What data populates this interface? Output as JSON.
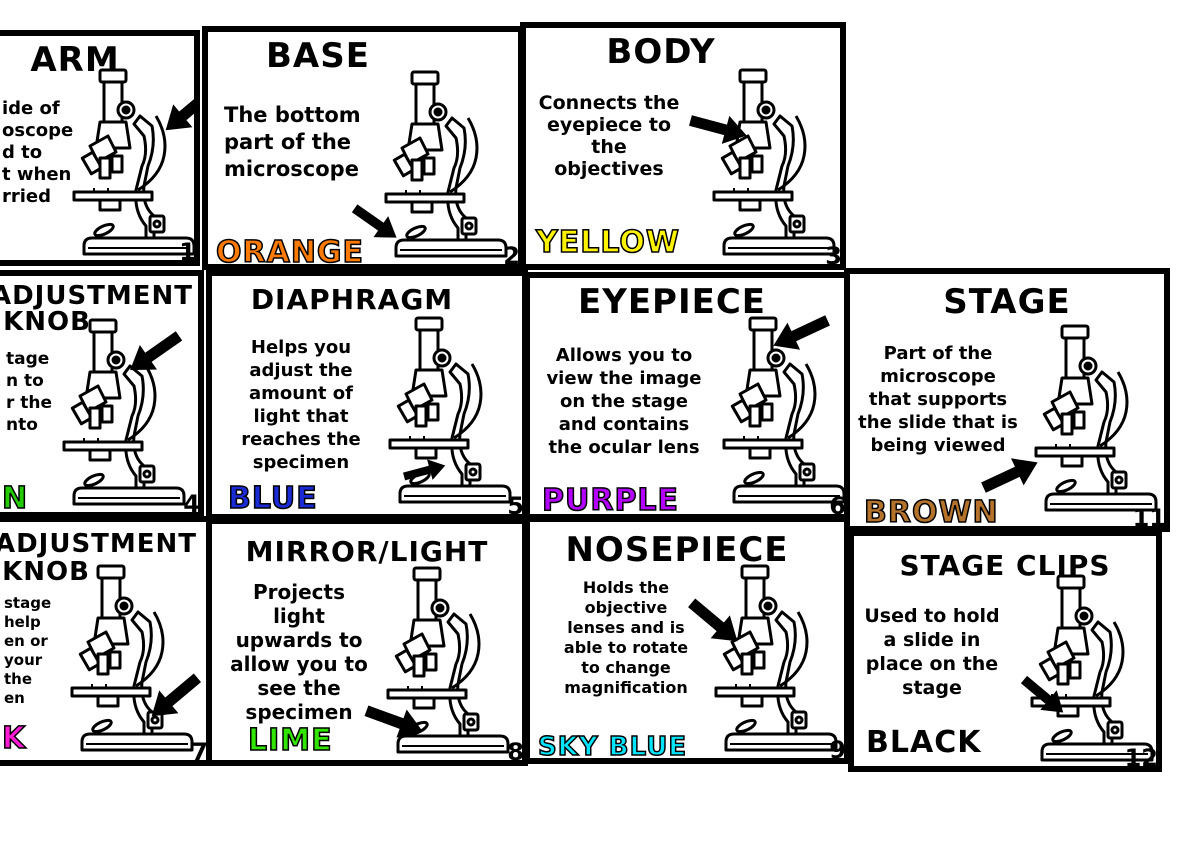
{
  "cards": [
    {
      "title": "ARM",
      "desc": [
        "ide of",
        "oscope",
        "d to",
        "t when",
        "rried"
      ],
      "color_word": "",
      "color": "#000000",
      "number": "1"
    },
    {
      "title": "BASE",
      "desc": [
        "The bottom",
        "part of the",
        "microscope"
      ],
      "color_word": "ORANGE",
      "color": "#ff7a00",
      "number": "2"
    },
    {
      "title": "BODY",
      "desc": [
        "Connects the",
        "eyepiece to",
        "the",
        "objectives"
      ],
      "color_word": "YELLOW",
      "color": "#fff200",
      "number": "3"
    },
    {
      "title": "ADJUSTMENT",
      "title2": "KNOB",
      "desc": [
        "tage",
        "n to",
        "r the",
        "nto"
      ],
      "color_word": "N",
      "color": "#22cc00",
      "number": "4"
    },
    {
      "title": "DIAPHRAGM",
      "desc": [
        "Helps you",
        "adjust the",
        "amount of",
        "light that",
        "reaches the",
        "specimen"
      ],
      "color_word": "BLUE",
      "color": "#1a2bd6",
      "number": "5"
    },
    {
      "title": "EYEPIECE",
      "desc": [
        "Allows you to",
        "view the image",
        "on the stage",
        "and contains",
        "the ocular lens"
      ],
      "color_word": "PURPLE",
      "color": "#b400ff",
      "number": "6"
    },
    {
      "title": "STAGE",
      "desc": [
        "Part of the",
        "microscope",
        "that supports",
        "the slide that is",
        "being viewed"
      ],
      "color_word": "BROWN",
      "color": "#b5722a",
      "number": "11"
    },
    {
      "title": "ADJUSTMENT",
      "title2": "KNOB",
      "desc": [
        "stage",
        "help",
        "en or",
        "your",
        "the",
        "en"
      ],
      "color_word": "K",
      "color": "#ff1ad6",
      "number": "7"
    },
    {
      "title": "MIRROR/LIGHT",
      "desc": [
        "Projects",
        "light",
        "upwards to",
        "allow you to",
        "see the",
        "specimen"
      ],
      "color_word": "LIME",
      "color": "#33e600",
      "number": "8"
    },
    {
      "title": "NOSEPIECE",
      "desc": [
        "Holds the",
        "objective",
        "lenses and is",
        "able to rotate",
        "to change",
        "magnification"
      ],
      "color_word": "SKY BLUE",
      "color": "#00e5ff",
      "number": "9"
    },
    {
      "title": "STAGE CLIPS",
      "desc": [
        "Used to hold",
        "a slide in",
        "place on the",
        "stage"
      ],
      "color_word": "BLACK",
      "color": "#000000",
      "number": "12"
    }
  ]
}
